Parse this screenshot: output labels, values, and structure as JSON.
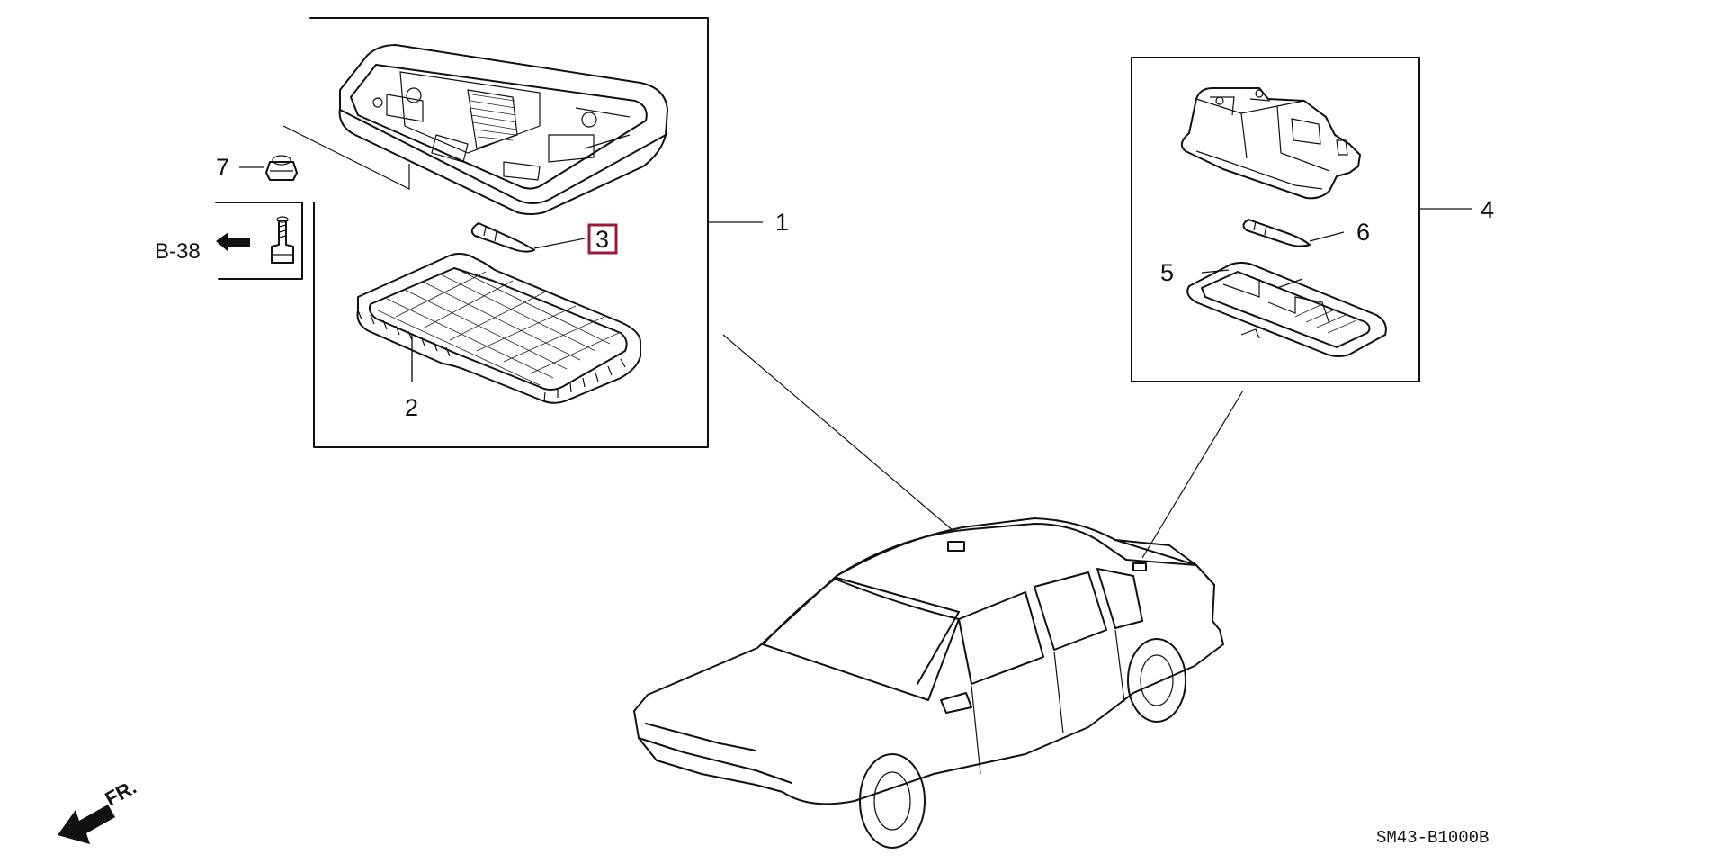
{
  "diagram": {
    "code": "SM43-B1000B",
    "front_label": "FR.",
    "ref_label": "B-38",
    "highlight_color": "#9b1a3a",
    "callouts": {
      "part1": "1",
      "part2": "2",
      "part3": "3",
      "part4": "4",
      "part5": "5",
      "part6": "6",
      "part7": "7"
    }
  }
}
